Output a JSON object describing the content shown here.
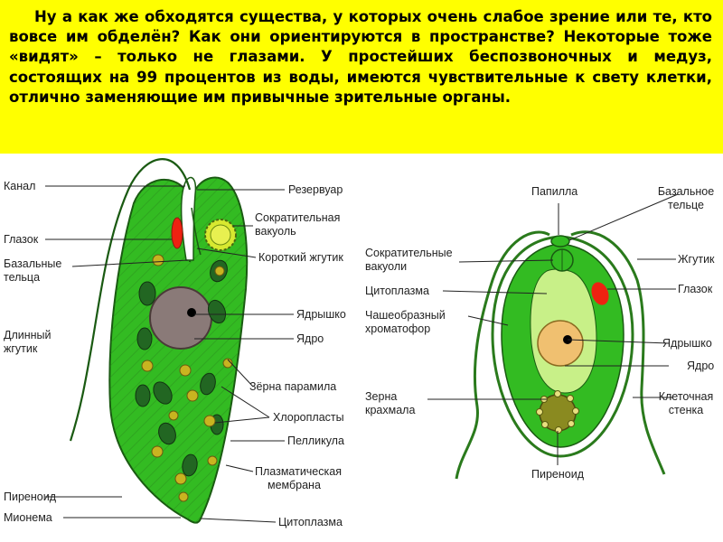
{
  "banner": {
    "text": "Ну а как же обходятся существа, у которых очень слабое зрение или те, кто вовсе им обделён? Как они ориентируются в пространстве? Некоторые тоже «видят» – только не глазами. У простейших беспозвоночных и медуз, состоящих на 99 процентов из воды, имеются чувствительные к свету клетки, отлично заменяющие им привычные зрительные органы."
  },
  "euglena": {
    "labels": {
      "kanal": "Канал",
      "glazok": "Глазок",
      "bazalnye_1": "Базальные",
      "bazalnye_2": "тельца",
      "dlinny_1": "Длинный",
      "dlinny_2": "жгутик",
      "pirenoid": "Пиреноид",
      "mionema": "Мионема",
      "rezervuar": "Резервуар",
      "sokrat_1": "Сократительная",
      "sokrat_2": "вакуоль",
      "korotky": "Короткий жгутик",
      "yadryshko": "Ядрышко",
      "yadro": "Ядро",
      "zerna_paramila": "Зёрна парамила",
      "hloroplasty": "Хлоропласты",
      "pellikula": "Пелликула",
      "plazm_1": "Плазматическая",
      "plazm_2": "мембрана",
      "citoplazma": "Цитоплазма"
    }
  },
  "chlamydomonas": {
    "labels": {
      "papilla": "Папилла",
      "bazalnoe_1": "Базальное",
      "bazalnoe_2": "тельце",
      "sokrat_1": "Сократительные",
      "sokrat_2": "вакуоли",
      "zhgutik": "Жгутик",
      "citoplazma": "Цитоплазма",
      "glazok": "Глазок",
      "chasho_1": "Чашеобразный",
      "chasho_2": "хроматофор",
      "yadryshko": "Ядрышко",
      "yadro": "Ядро",
      "zerna_1": "Зерна",
      "zerna_2": "крахмала",
      "kletochnaya_1": "Клеточная",
      "kletochnaya_2": "стенка",
      "pirenoid": "Пиреноид"
    }
  },
  "colors": {
    "banner": "#ffff00",
    "cell_green": "#33bb22",
    "chloroplast": "#226622",
    "paramylon": "#c8b420",
    "nucleus": "#8a7a78",
    "eyespot": "#ee2211",
    "chlamy_cytoplasm": "#c8f088",
    "chlamy_nucleus": "#f0c070"
  }
}
